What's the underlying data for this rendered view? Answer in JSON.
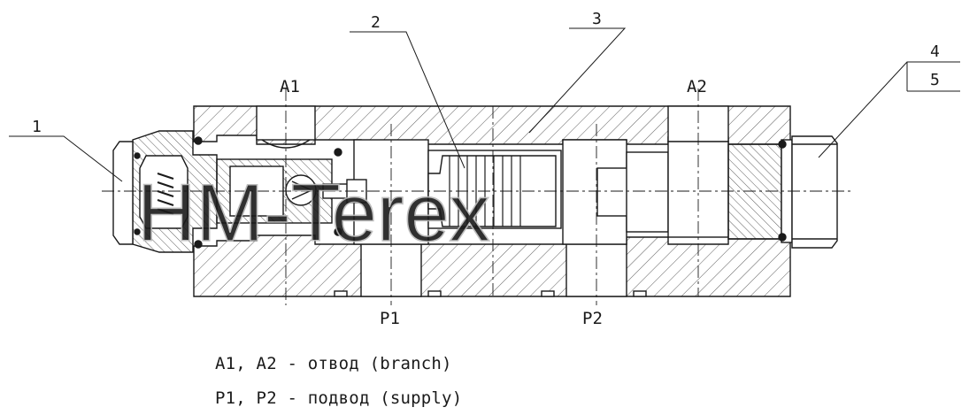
{
  "callouts": {
    "c1": "1",
    "c2": "2",
    "c3": "3",
    "c4": "4",
    "c5": "5"
  },
  "ports": {
    "a1": "A1",
    "a2": "A2",
    "p1": "P1",
    "p2": "P2"
  },
  "legend": {
    "line1": "A1, A2 - отвод (branch)",
    "line2": "P1, P2 - подвод (supply)"
  },
  "watermark": "HM-Terex",
  "colors": {
    "line": "#1a1a1a",
    "hatch": "#333333",
    "background": "#ffffff",
    "watermark": "#b8b8b8"
  }
}
